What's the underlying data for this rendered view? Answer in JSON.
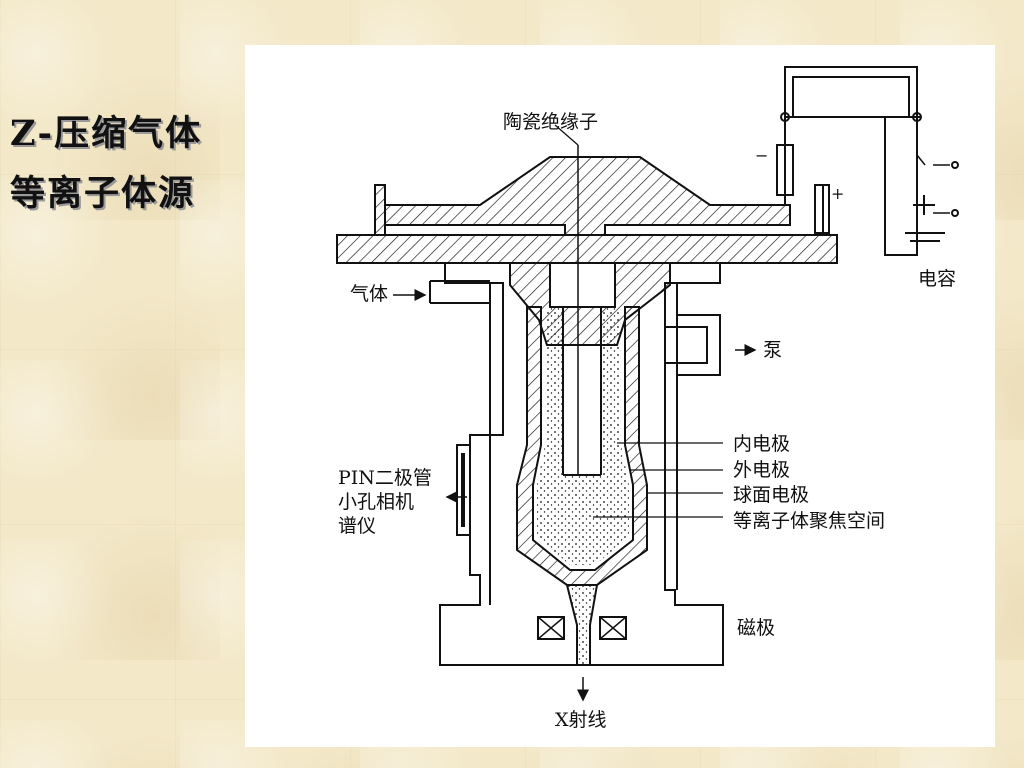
{
  "slide": {
    "title": "Z-压缩气体等离子体源"
  },
  "diagram": {
    "labels": {
      "ceramic_insulator": "陶瓷绝缘子",
      "gas": "气体",
      "capacitor": "电容",
      "pump": "泵",
      "inner_electrode": "内电极",
      "outer_electrode": "外电极",
      "spherical_electrode": "球面电极",
      "plasma_focus_space": "等离子体聚焦空间",
      "pin_diode_line1": "PIN二极管",
      "pin_diode_line2": "小孔相机",
      "pin_diode_line3": "谱仪",
      "magnetic_pole": "磁极",
      "xray": "X射线",
      "minus_sign": "−",
      "plus_sign": "+"
    }
  },
  "colors": {
    "line": "#111111",
    "panel": "#ffffff",
    "background": "#f3e8c8"
  }
}
